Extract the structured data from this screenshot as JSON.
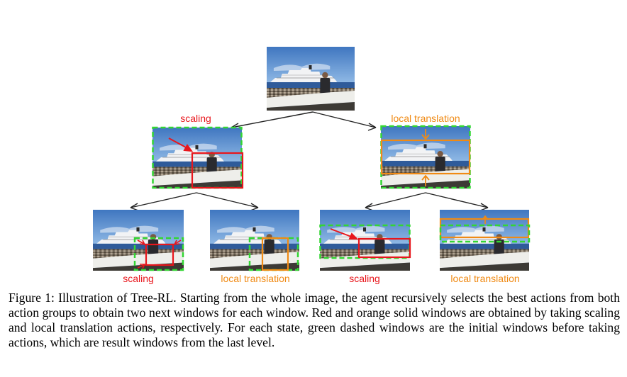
{
  "figure": {
    "labels": {
      "left_child": "scaling",
      "right_child": "local translation",
      "grandchild_1": "scaling",
      "grandchild_2": "local translation",
      "grandchild_3": "scaling",
      "grandchild_4": "local translation"
    },
    "colors": {
      "scaling": "#e8161c",
      "local_translation": "#f08a14",
      "initial_window": "#33d633",
      "arrow": "#222222",
      "sky": "#4f86c9",
      "sea": "#2f5b9a"
    }
  },
  "caption": {
    "text": "Figure 1: Illustration of Tree-RL. Starting from the whole image, the agent recursively selects the best actions from both action groups to obtain two next windows for each window. Red and orange solid windows are obtained by taking scaling and local translation actions, respectively. For each state, green dashed windows are the initial windows before taking actions, which are result windows from the last level."
  }
}
